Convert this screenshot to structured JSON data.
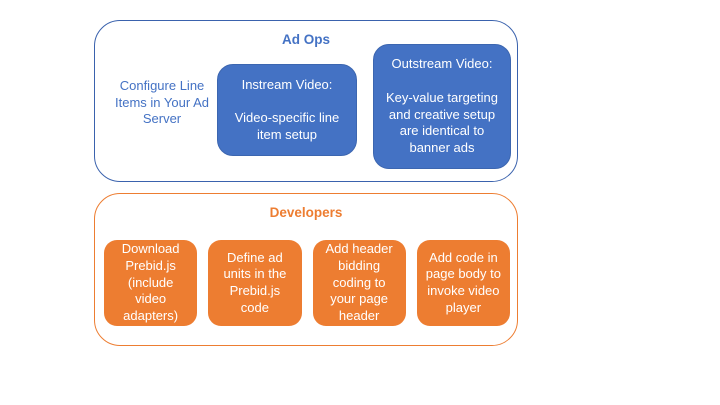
{
  "colors": {
    "blue_fill": "#4472C4",
    "blue_border": "#3a62ad",
    "orange_fill": "#ED7D31",
    "text_on_fill": "#FFFFFF",
    "background": "#FFFFFF"
  },
  "ad_ops": {
    "title": "Ad Ops",
    "side_note": "Configure Line Items in Your Ad Server",
    "boxes": [
      {
        "heading": "Instream Video:",
        "body": "Video-specific line item setup"
      },
      {
        "heading": "Outstream Video:",
        "body": "Key-value targeting and creative setup are identical to banner ads"
      }
    ]
  },
  "developers": {
    "title": "Developers",
    "boxes": [
      {
        "label": "Download Prebid.js (include video adapters)"
      },
      {
        "label": "Define ad units in the Prebid.js code"
      },
      {
        "label": "Add header bidding coding to your page header"
      },
      {
        "label": "Add code in page body to invoke video player"
      }
    ]
  }
}
